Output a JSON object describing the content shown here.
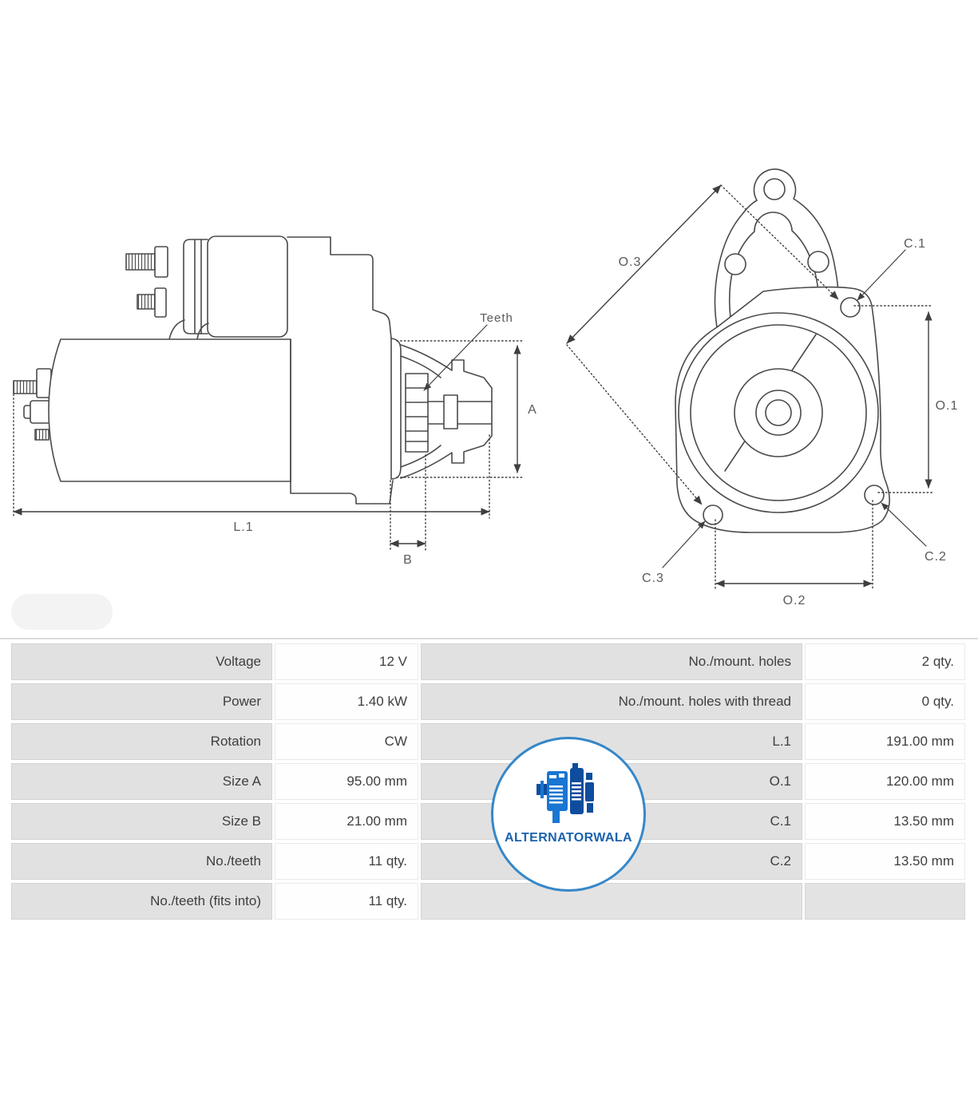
{
  "drawing": {
    "side_view": {
      "teeth_label": "Teeth",
      "dim_a": "A",
      "dim_l1": "L.1",
      "dim_b": "B"
    },
    "front_view": {
      "dim_o3": "O.3",
      "dim_c1": "C.1",
      "dim_o1": "O.1",
      "dim_c2": "C.2",
      "dim_c3": "C.3",
      "dim_o2": "O.2"
    }
  },
  "logo": {
    "text": "ALTERNATORWALA",
    "accent": "#3687c8",
    "text_color": "#1b62ae"
  },
  "table": {
    "left_rows": [
      {
        "label": "Voltage",
        "value": "12 V"
      },
      {
        "label": "Power",
        "value": "1.40 kW"
      },
      {
        "label": "Rotation",
        "value": "CW"
      },
      {
        "label": "Size A",
        "value": "95.00 mm"
      },
      {
        "label": "Size B",
        "value": "21.00 mm"
      },
      {
        "label": "No./teeth",
        "value": "11 qty."
      },
      {
        "label": "No./teeth (fits into)",
        "value": "11 qty."
      }
    ],
    "right_rows": [
      {
        "label": "No./mount. holes",
        "value": "2 qty."
      },
      {
        "label": "No./mount. holes with thread",
        "value": "0 qty."
      },
      {
        "label": "L.1",
        "value": "191.00 mm"
      },
      {
        "label": "O.1",
        "value": "120.00 mm"
      },
      {
        "label": "C.1",
        "value": "13.50 mm"
      },
      {
        "label": "C.2",
        "value": "13.50 mm"
      }
    ]
  },
  "colors": {
    "outline": "#4a4a4a",
    "dimension": "#3f3f3f",
    "label_cell_bg": "#e1e1e1",
    "value_cell_bg": "#fefefe"
  }
}
